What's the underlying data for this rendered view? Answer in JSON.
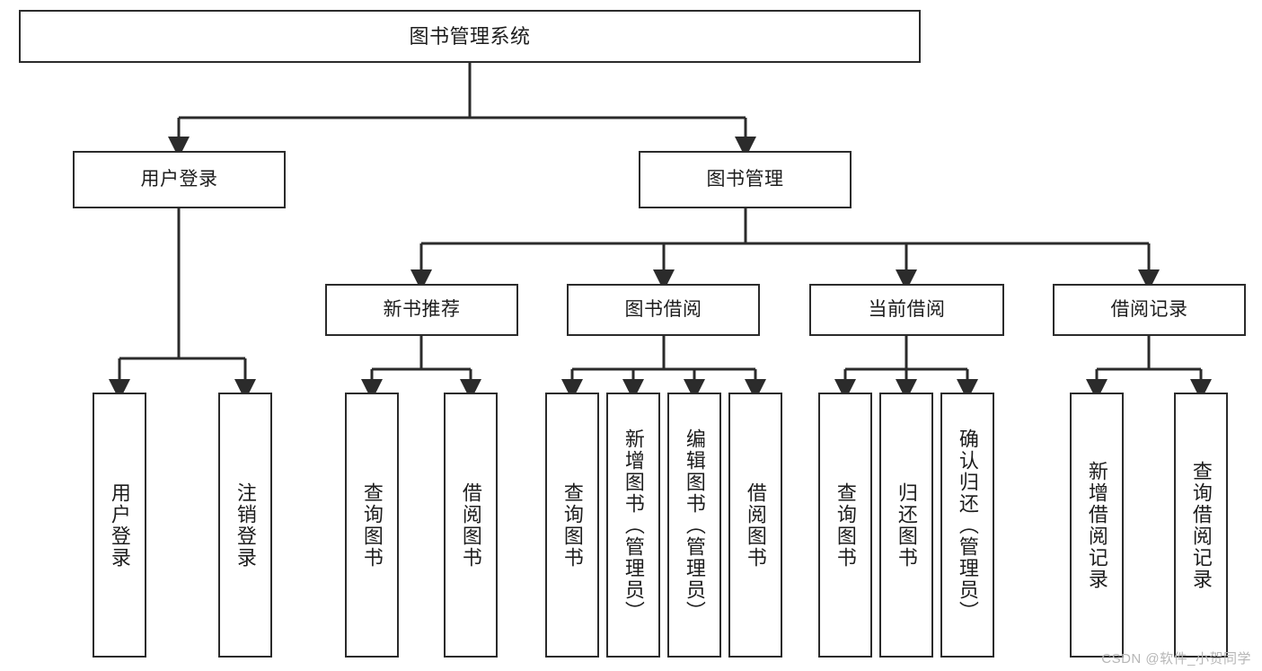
{
  "diagram": {
    "title": "图书管理系统",
    "type": "tree",
    "colors": {
      "box_border": "#2b2b2b",
      "box_fill": "#ffffff",
      "edge": "#2b2b2b",
      "text": "#1d1d1d",
      "watermark": "#b6b6b6"
    },
    "root": {
      "id": "root",
      "label": "图书管理系统"
    },
    "level2": [
      {
        "id": "user-login",
        "label": "用户登录"
      },
      {
        "id": "book-manage",
        "label": "图书管理"
      }
    ],
    "level3": [
      {
        "id": "new-book-rec",
        "label": "新书推荐",
        "parent": "book-manage"
      },
      {
        "id": "book-borrow",
        "label": "图书借阅",
        "parent": "book-manage"
      },
      {
        "id": "current-borrow",
        "label": "当前借阅",
        "parent": "book-manage"
      },
      {
        "id": "borrow-record",
        "label": "借阅记录",
        "parent": "book-manage"
      }
    ],
    "leaves": [
      {
        "id": "leaf-user-login",
        "label": "用户登录",
        "parent": "user-login"
      },
      {
        "id": "leaf-user-logout",
        "label": "注销登录",
        "parent": "user-login"
      },
      {
        "id": "leaf-query-book-rec",
        "label": "查询图书",
        "parent": "new-book-rec"
      },
      {
        "id": "leaf-borrow-book-rec",
        "label": "借阅图书",
        "parent": "new-book-rec"
      },
      {
        "id": "leaf-query-book-borrow",
        "label": "查询图书",
        "parent": "book-borrow"
      },
      {
        "id": "leaf-add-book",
        "label": "新增图书（管理员）",
        "parent": "book-borrow"
      },
      {
        "id": "leaf-edit-book",
        "label": "编辑图书（管理员）",
        "parent": "book-borrow"
      },
      {
        "id": "leaf-borrow-book",
        "label": "借阅图书",
        "parent": "book-borrow"
      },
      {
        "id": "leaf-query-book-current",
        "label": "查询图书",
        "parent": "current-borrow"
      },
      {
        "id": "leaf-return-book",
        "label": "归还图书",
        "parent": "current-borrow"
      },
      {
        "id": "leaf-confirm-return",
        "label": "确认归还（管理员）",
        "parent": "current-borrow"
      },
      {
        "id": "leaf-add-record",
        "label": "新增借阅记录",
        "parent": "borrow-record"
      },
      {
        "id": "leaf-query-record",
        "label": "查询借阅记录",
        "parent": "borrow-record"
      }
    ]
  },
  "watermark": {
    "text": "CSDN @软件_小贺同学"
  }
}
